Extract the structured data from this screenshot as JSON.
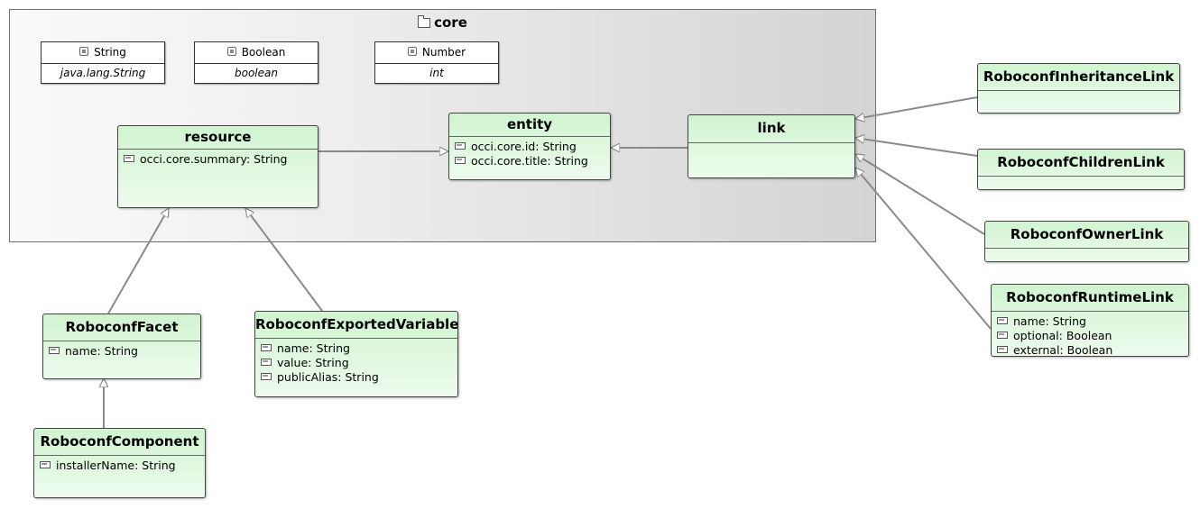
{
  "package": {
    "name": "core",
    "icon": "folder-icon"
  },
  "datatypes": [
    {
      "id": "string",
      "name": "String",
      "instance": "java.lang.String"
    },
    {
      "id": "boolean",
      "name": "Boolean",
      "instance": "boolean"
    },
    {
      "id": "number",
      "name": "Number",
      "instance": "int"
    }
  ],
  "classes": {
    "resource": {
      "name": "resource",
      "attrs": [
        "occi.core.summary: String"
      ]
    },
    "entity": {
      "name": "entity",
      "attrs": [
        "occi.core.id: String",
        "occi.core.title: String"
      ]
    },
    "link": {
      "name": "link",
      "attrs": []
    },
    "facet": {
      "name": "RoboconfFacet",
      "attrs": [
        "name: String"
      ]
    },
    "component": {
      "name": "RoboconfComponent",
      "attrs": [
        "installerName: String"
      ]
    },
    "exportedVariable": {
      "name": "RoboconfExportedVariable",
      "attrs": [
        "name: String",
        "value: String",
        "publicAlias: String"
      ]
    },
    "inheritanceLink": {
      "name": "RoboconfInheritanceLink",
      "attrs": []
    },
    "childrenLink": {
      "name": "RoboconfChildrenLink",
      "attrs": []
    },
    "ownerLink": {
      "name": "RoboconfOwnerLink",
      "attrs": []
    },
    "runtimeLink": {
      "name": "RoboconfRuntimeLink",
      "attrs": [
        "name: String",
        "optional: Boolean",
        "external: Boolean"
      ]
    }
  },
  "colors": {
    "class_fill_top": "#d0f4d0",
    "class_fill_bottom": "#eefbee",
    "edge": "#8a8a8a"
  }
}
